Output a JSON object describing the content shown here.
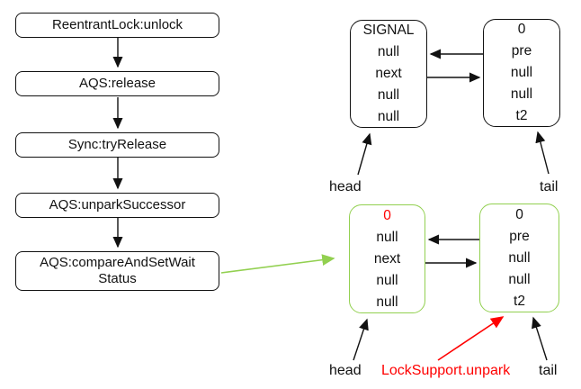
{
  "colors": {
    "accent_green": "#92d050",
    "accent_red": "#ff0000",
    "line_black": "#111111"
  },
  "flowchart": {
    "nodes": [
      {
        "label": "ReentrantLock:unlock"
      },
      {
        "label": "AQS:release"
      },
      {
        "label": "Sync:tryRelease"
      },
      {
        "label": "AQS:unparkSuccessor"
      },
      {
        "lines": [
          "AQS:compareAndSetWait",
          "Status"
        ]
      }
    ]
  },
  "queue_before": {
    "head_node": {
      "rows": [
        "SIGNAL",
        "null",
        "next",
        "null",
        "null"
      ]
    },
    "tail_node": {
      "rows": [
        "0",
        "pre",
        "null",
        "null",
        "t2"
      ]
    },
    "head_label": "head",
    "tail_label": "tail"
  },
  "queue_after": {
    "head_node": {
      "rows": [
        "0",
        "null",
        "next",
        "null",
        "null"
      ]
    },
    "tail_node": {
      "rows": [
        "0",
        "pre",
        "null",
        "null",
        "t2"
      ]
    },
    "head_label": "head",
    "tail_label": "tail",
    "unpark_label": "LockSupport.unpark"
  }
}
